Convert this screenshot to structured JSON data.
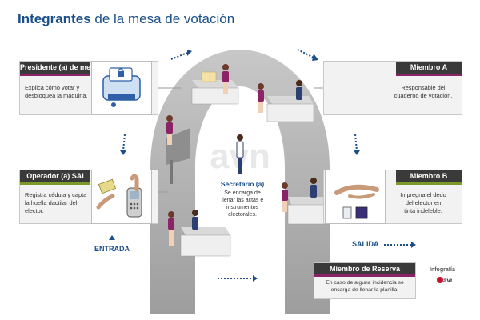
{
  "title": {
    "bold": "Integrantes",
    "rest": " de la mesa de votación"
  },
  "roles": {
    "presidente": {
      "title": "Presidente (a) de mesa",
      "desc_1": "Explica cómo votar y",
      "desc_2": "desbloquea la máquina."
    },
    "operador": {
      "title": "Operador (a) SAI",
      "desc_1": "Registra cédula y capta",
      "desc_2": "la huella dactilar del",
      "desc_3": "elector."
    },
    "miembro_a": {
      "title": "Miembro A",
      "desc_1": "Responsable del",
      "desc_2": "cuaderno de votación."
    },
    "miembro_b": {
      "title": "Miembro B",
      "desc_1": "Impregna el dedo",
      "desc_2": "del elector en",
      "desc_3": "tinta indeleble."
    },
    "secretario": {
      "title": "Secretario (a)",
      "desc_1": "Se encarga de",
      "desc_2": "llenar las actas e",
      "desc_3": "instrumentos",
      "desc_4": "electorales."
    },
    "reserva": {
      "title": "Miembro de Reserva",
      "desc_1": "En caso de alguna incidencia se",
      "desc_2": "encarga de llenar la planilla."
    }
  },
  "flow": {
    "entrada": "ENTRADA",
    "salida": "SALIDA"
  },
  "credit": {
    "label": "Infografía",
    "logo_text": "avn"
  },
  "colors": {
    "title": "#1b4f8a",
    "header_bg": "#3a3a3a",
    "accent_magenta": "#8a2467",
    "accent_green": "#7b9a2a",
    "arch": "#8f8f8f"
  }
}
